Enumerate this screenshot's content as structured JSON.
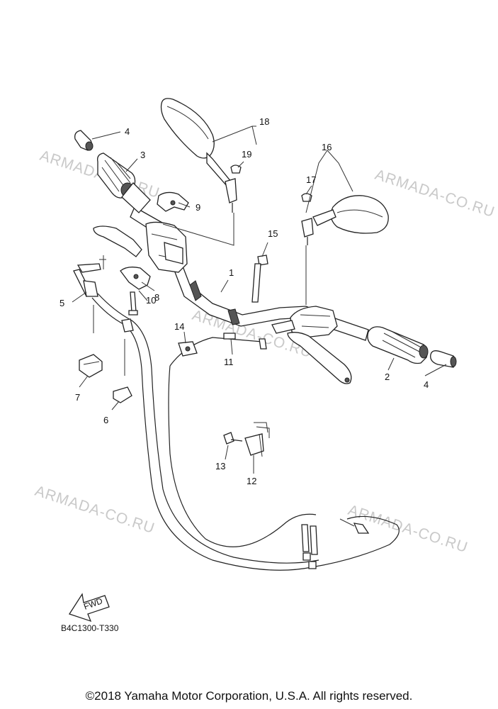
{
  "callouts": [
    "1",
    "2",
    "3",
    "4",
    "4",
    "5",
    "6",
    "7",
    "8",
    "9",
    "10",
    "11",
    "12",
    "13",
    "14",
    "15",
    "16",
    "17",
    "18",
    "19"
  ],
  "watermark": "ARMADA-CO.RU",
  "fwd_label": "FWD",
  "diagram_code": "B4C1300-T330",
  "copyright": "©2018 Yamaha Motor Corporation, U.S.A. All rights reserved."
}
